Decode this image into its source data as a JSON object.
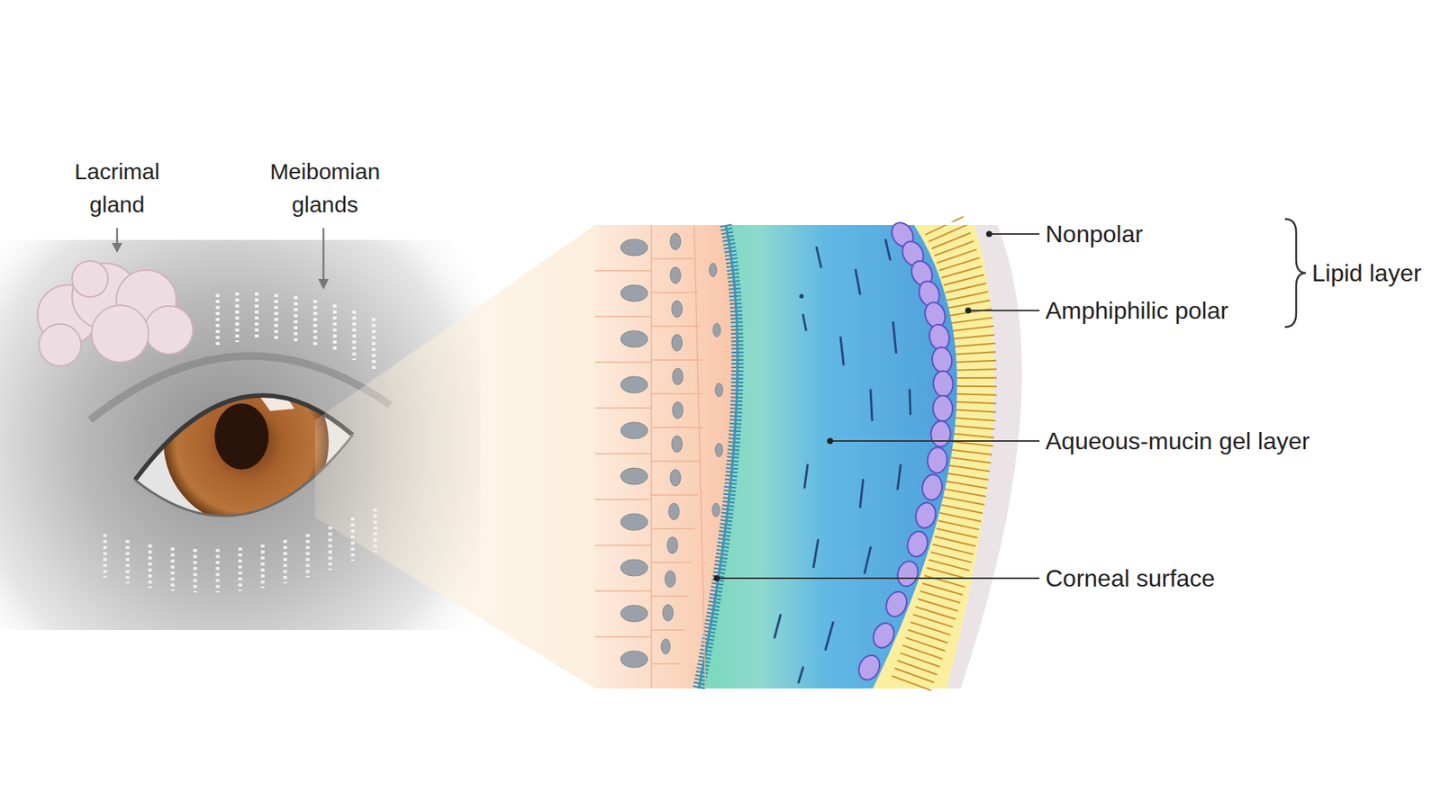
{
  "diagram": {
    "labels": [
      "Lacrimal gland",
      "Meibomian glands",
      "Nonpolar",
      "Amphiphilic polar",
      "Lipid layer",
      "Aqueous-mucin gel layer",
      "Corneal surface"
    ]
  }
}
